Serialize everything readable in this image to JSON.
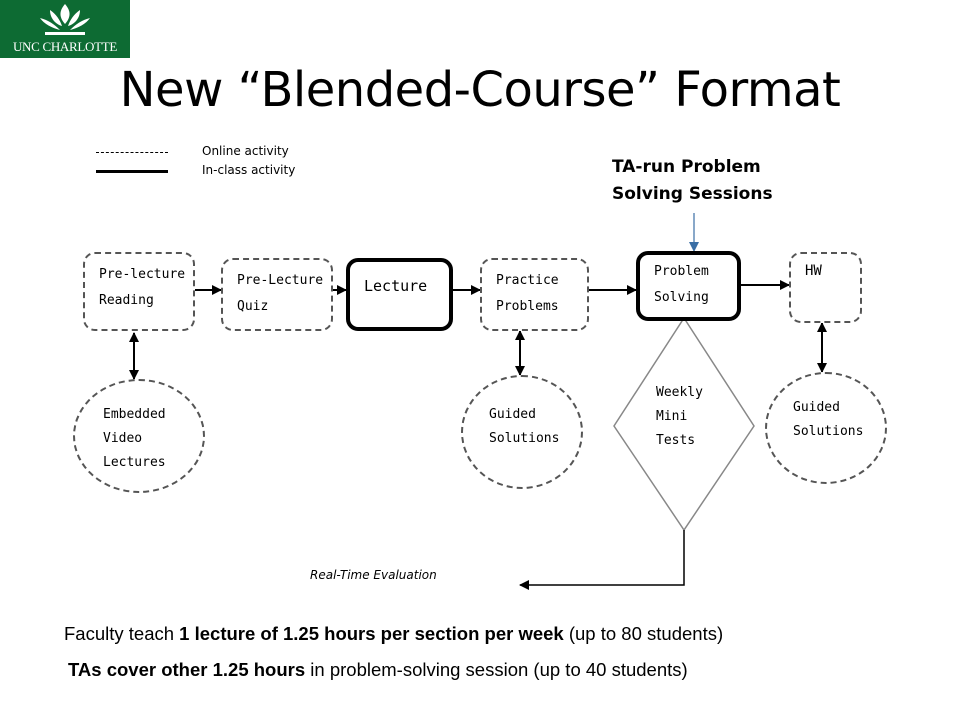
{
  "logo": {
    "text": "UNC CHARLOTTE",
    "bg_color": "#0d6b33"
  },
  "title": "New “Blended-Course” Format",
  "legend": {
    "online": "Online activity",
    "inclass": "In-class activity"
  },
  "ta_callout": {
    "line1": "TA-run Problem",
    "line2": "Solving Sessions"
  },
  "nodes": {
    "pre_lecture_reading": {
      "line1": "Pre-lecture",
      "line2": "Reading"
    },
    "pre_lecture_quiz": {
      "line1": "Pre-Lecture",
      "line2": "Quiz"
    },
    "lecture": {
      "line1": "Lecture"
    },
    "practice_problems": {
      "line1": "Practice",
      "line2": "Problems"
    },
    "problem_solving": {
      "line1": "Problem",
      "line2": "Solving"
    },
    "hw": {
      "line1": "HW"
    },
    "embedded_video": {
      "line1": "Embedded",
      "line2": "Video",
      "line3": "Lectures"
    },
    "guided_solutions_1": {
      "line1": "Guided",
      "line2": "Solutions"
    },
    "weekly_tests": {
      "line1": "Weekly",
      "line2": "Mini",
      "line3": "Tests"
    },
    "guided_solutions_2": {
      "line1": "Guided",
      "line2": "Solutions"
    }
  },
  "real_time_evaluation": "Real-Time Evaluation",
  "notes": {
    "faculty": {
      "pre": "Faculty teach ",
      "bold": "1 lecture of 1.25 hours per section per week",
      "post": " (up to 80 students)"
    },
    "tas": {
      "bold": "TAs cover other 1.25 hours",
      "post": " in problem-solving session (up to 40 students)"
    }
  }
}
